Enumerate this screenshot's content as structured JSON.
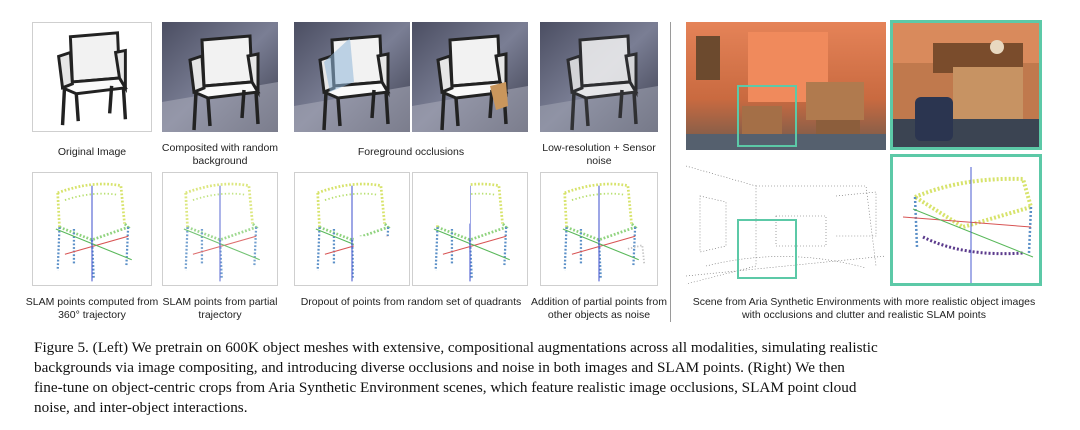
{
  "labels": {
    "original_image": "Original Image",
    "composited": "Composited with random background",
    "foreground_occlusions": "Foreground occlusions",
    "low_resolution": "Low-resolution + Sensor noise",
    "slam_360": "SLAM points computed from 360° trajectory",
    "slam_partial": "SLAM points from partial trajectory",
    "dropout": "Dropout of points from random set of quadrants",
    "addition_noise": "Addition of partial points from other objects as noise",
    "scene_caption": "Scene from Aria Synthetic Environments with more realistic object images with occlusions and clutter and realistic SLAM points"
  },
  "figure_caption": {
    "line1": "Figure 5. (Left) We pretrain on 600K object meshes with extensive, compositional augmentations across all modalities, simulating realistic",
    "line2": "backgrounds via image compositing, and introducing diverse occlusions and noise in both images and SLAM points.  (Right) We then",
    "line3": "fine-tune on object-centric crops from Aria Synthetic Environment scenes, which feature realistic image occlusions, SLAM point cloud",
    "line4": "noise, and inter-object interactions."
  },
  "colors": {
    "teal_highlight": "#5cc9a7",
    "wall_orange": "#e0764a"
  }
}
